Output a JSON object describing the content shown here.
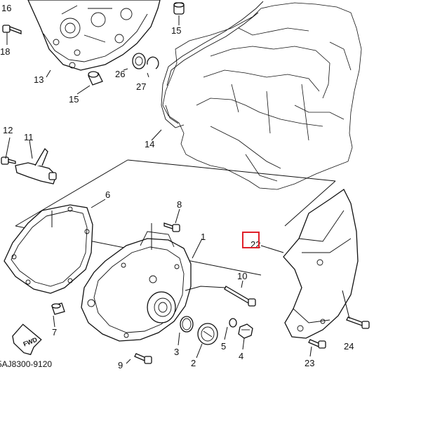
{
  "diagram_code": "5AJ8300-9120",
  "forward_marker": "FWD",
  "highlight_color": "#e0202a",
  "callouts": {
    "p1": "1",
    "p2": "2",
    "p3": "3",
    "p5": "5",
    "p4": "4",
    "p6": "6",
    "p7": "7",
    "p8": "8",
    "p9": "9",
    "p10": "10",
    "p11": "11",
    "p12": "12",
    "p13": "13",
    "p14": "14",
    "p15_top": "15",
    "p15_mid": "15",
    "p16": "16",
    "p18": "18",
    "p22": "22",
    "p23": "23",
    "p24": "24",
    "p26": "26",
    "p27": "27"
  }
}
